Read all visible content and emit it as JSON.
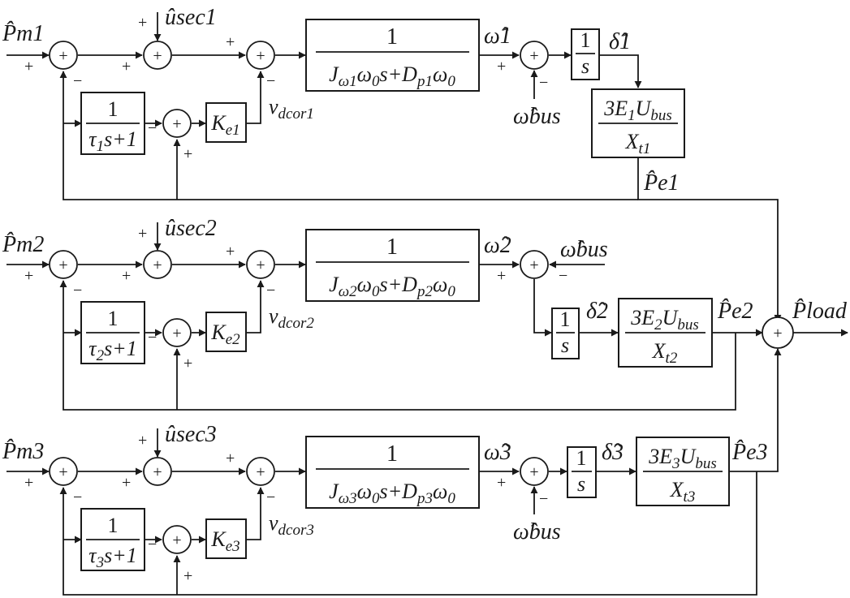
{
  "blocks": {
    "integrator": {
      "num": "1",
      "den": "s"
    },
    "washout": {
      "num": "1",
      "den": "τ1s+1",
      "den2": "τ2s+1",
      "den3": "τ3s+1"
    },
    "swing": {
      "num": "1",
      "den1": "Jω1ω0s+Dp1ω0",
      "den2": "Jω2ω0s+Dp2ω0",
      "den3": "Jω3ω0s+Dp3ω0"
    },
    "power": {
      "num1": "3E1Ubus",
      "den1": "Xt1",
      "num2": "3E2Ubus",
      "den2": "Xt2",
      "num3": "3E3Ubus",
      "den3": "Xt3"
    },
    "gain": {
      "k1": "Ke1",
      "k2": "Ke2",
      "k3": "Ke3"
    }
  },
  "signals": {
    "pm": [
      "P̂m1",
      "P̂m2",
      "P̂m3"
    ],
    "usec": [
      "ûsec1",
      "ûsec2",
      "ûsec3"
    ],
    "omega": [
      "ω̂1",
      "ω̂2",
      "ω̂3"
    ],
    "delta": [
      "δ̂1",
      "δ̂2",
      "δ̂3"
    ],
    "pe": [
      "P̂e1",
      "P̂e2",
      "P̂e3"
    ],
    "vdcor": [
      "vdcor1",
      "vdcor2",
      "vdcor3"
    ],
    "omega_bus": "ω̂bus",
    "p_load": "P̂load"
  },
  "signs": {
    "plus": "+",
    "minus": "−"
  }
}
